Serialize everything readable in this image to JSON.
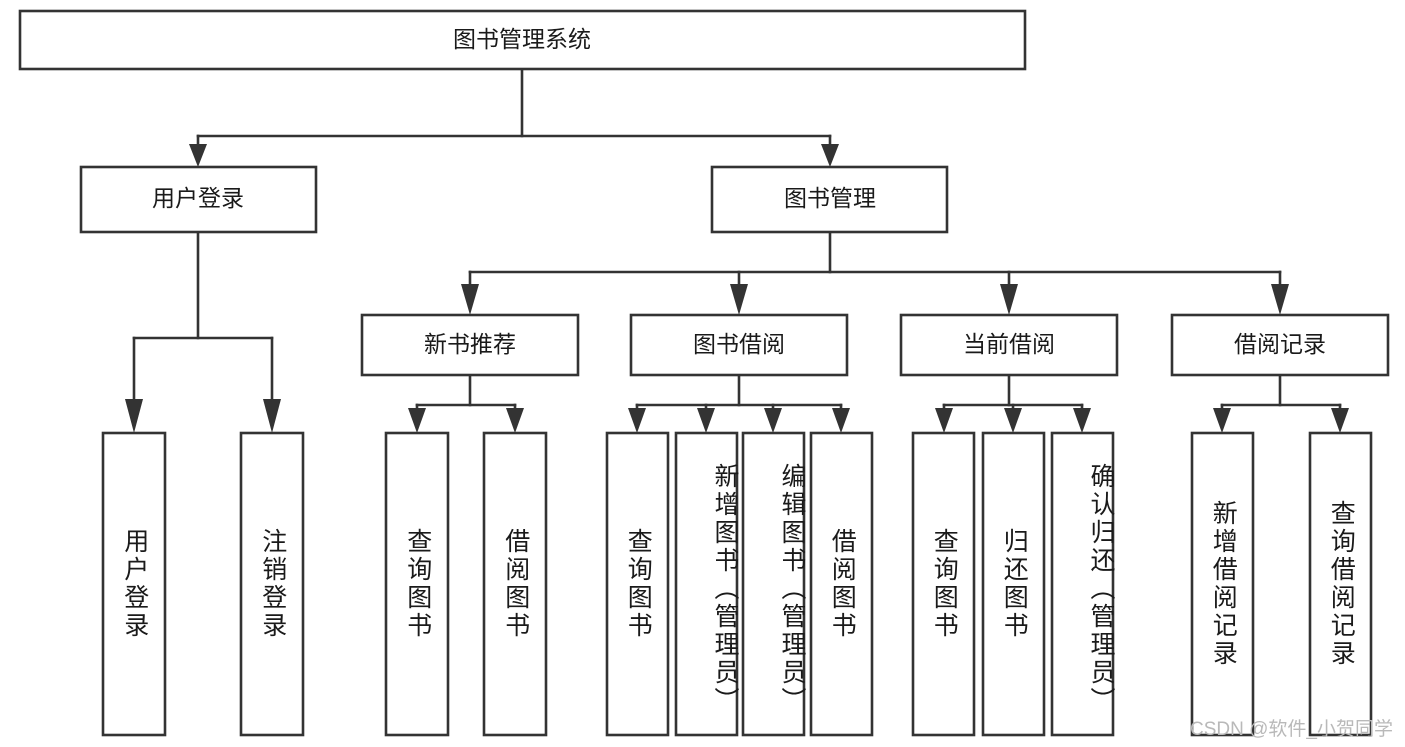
{
  "diagram": {
    "type": "hierarchy-tree",
    "title": "图书管理系统",
    "levels": 4,
    "colors": {
      "stroke": "#333333",
      "fill": "#ffffff",
      "text": "#1a1a1a",
      "watermark": "#b9b9b9"
    },
    "root": {
      "label": "图书管理系统"
    },
    "level2": [
      {
        "label": "用户登录"
      },
      {
        "label": "图书管理"
      }
    ],
    "level3": [
      {
        "label": "新书推荐"
      },
      {
        "label": "图书借阅"
      },
      {
        "label": "当前借阅"
      },
      {
        "label": "借阅记录"
      }
    ],
    "leaves": {
      "user_login": [
        {
          "label": "用户登录"
        },
        {
          "label": "注销登录"
        }
      ],
      "new_book_recommend": [
        {
          "label": "查询图书"
        },
        {
          "label": "借阅图书"
        }
      ],
      "book_borrow": [
        {
          "label": "查询图书"
        },
        {
          "label": "新增图书（管理员）"
        },
        {
          "label": "编辑图书（管理员）"
        },
        {
          "label": "借阅图书"
        }
      ],
      "current_borrow": [
        {
          "label": "查询图书"
        },
        {
          "label": "归还图书"
        },
        {
          "label": "确认归还（管理员）"
        }
      ],
      "borrow_records": [
        {
          "label": "新增借阅记录"
        },
        {
          "label": "查询借阅记录"
        }
      ]
    }
  },
  "watermark": {
    "text": "CSDN @软件_小贺同学"
  }
}
